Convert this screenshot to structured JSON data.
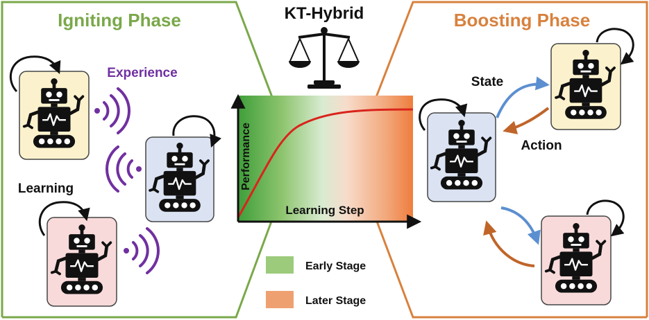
{
  "title": "KT-Hybrid",
  "igniting": {
    "title": "Igniting Phase",
    "experience_label": "Experience",
    "learning_label": "Learning"
  },
  "boosting": {
    "title": "Boosting Phase",
    "state_label": "State",
    "action_label": "Action"
  },
  "chart": {
    "ylabel": "Performance",
    "xlabel": "Learning Step"
  },
  "legend": {
    "early": "Early Stage",
    "later": "Later Stage"
  },
  "colors": {
    "igniting_green": "#7aa84a",
    "boosting_orange": "#d8813d",
    "experience_purple": "#7030a0",
    "curve_red": "#d9241c",
    "arrow_blue": "#5b8fd0",
    "arrow_brown": "#c0652a",
    "card_yellow": "#fbf2cd",
    "card_blue": "#dbe3f3",
    "card_pink": "#f9dada",
    "early_green": "#9ccb7b",
    "later_orange": "#efa070"
  }
}
